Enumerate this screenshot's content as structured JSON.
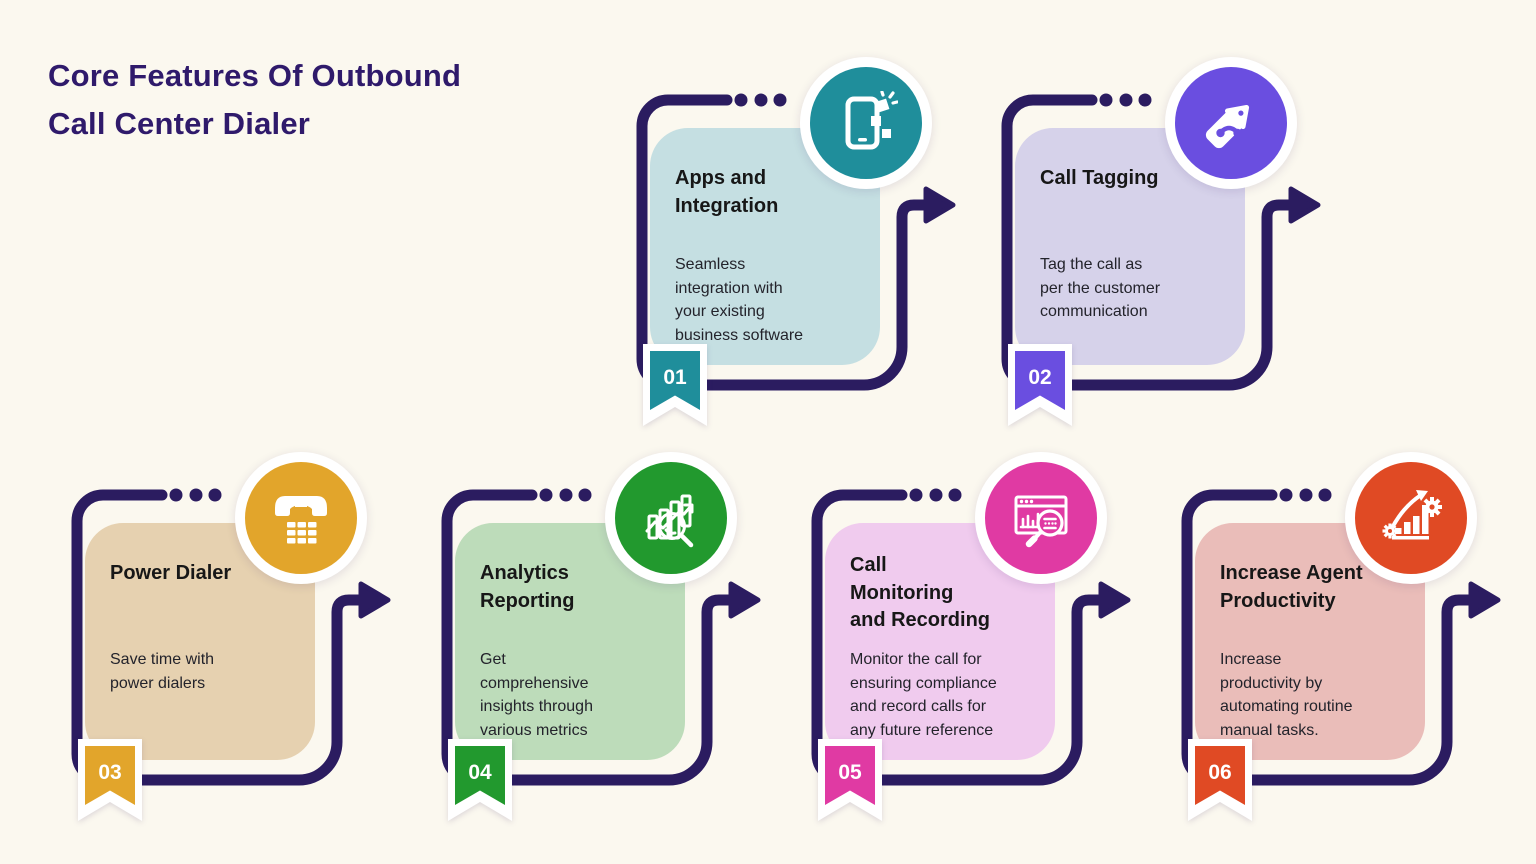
{
  "page": {
    "title": "Core Features Of  Outbound\nCall Center Dialer",
    "background": "#FBF8EF",
    "title_color": "#2F1A6B",
    "frame_color": "#2B1C60"
  },
  "cards": [
    {
      "number": "01",
      "title": "Apps and\nIntegration",
      "description": "Seamless\nintegration with\nyour existing\nbusiness software",
      "icon": "mobile-apps-icon",
      "card_bg": "#C5DFE2",
      "accent": "#1F8E9B"
    },
    {
      "number": "02",
      "title": "Call Tagging",
      "description": "Tag the call as\nper the customer\ncommunication",
      "icon": "call-tag-icon",
      "card_bg": "#D6D2EA",
      "accent": "#6A4EE0"
    },
    {
      "number": "03",
      "title": "Power Dialer",
      "description": "Save time with\npower dialers",
      "icon": "power-dialer-phone-icon",
      "card_bg": "#E6D1B0",
      "accent": "#E2A52B"
    },
    {
      "number": "04",
      "title": "Analytics\nReporting",
      "description": "Get\ncomprehensive\ninsights through\nvarious metrics",
      "icon": "analytics-chart-icon",
      "card_bg": "#BDDCBA",
      "accent": "#22992E"
    },
    {
      "number": "05",
      "title": "Call\nMonitoring\nand Recording",
      "description": "Monitor the call for\nensuring compliance\nand record calls for\nany future reference",
      "icon": "call-monitoring-icon",
      "card_bg": "#F0CBEE",
      "accent": "#E03AA3"
    },
    {
      "number": "06",
      "title": "Increase Agent\nProductivity",
      "description": "Increase\nproductivity by\nautomating routine\nmanual tasks.",
      "icon": "productivity-growth-icon",
      "card_bg": "#EABDB9",
      "accent": "#E04A24"
    }
  ]
}
